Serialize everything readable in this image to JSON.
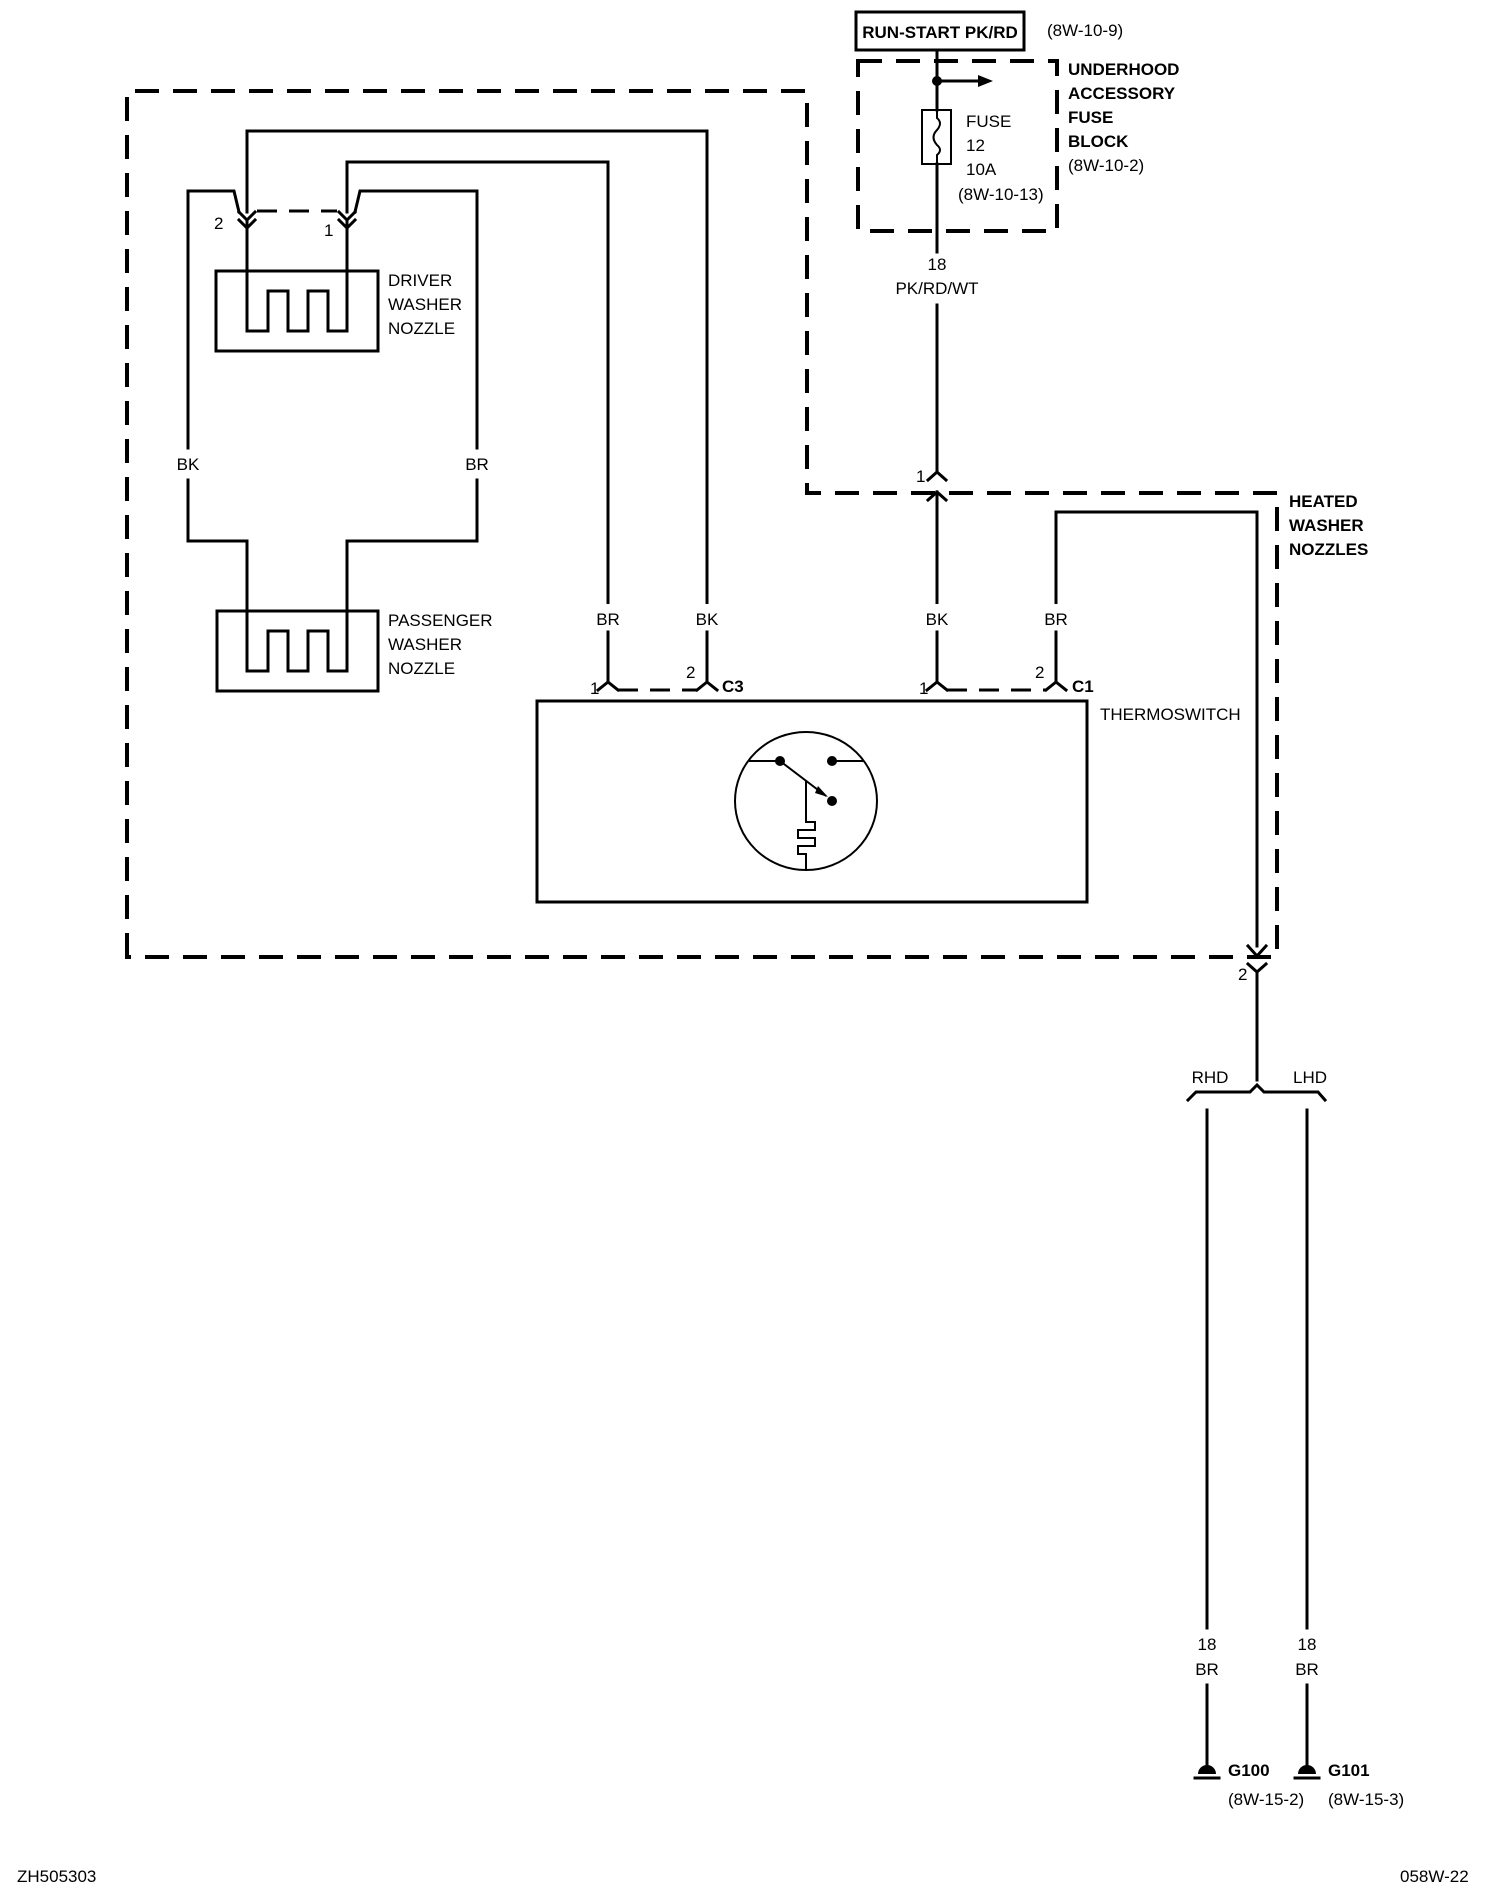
{
  "power_source": {
    "label": "RUN-START PK/RD",
    "ref": "(8W-10-9)"
  },
  "fuse_block": {
    "name_lines": [
      "UNDERHOOD",
      "ACCESSORY",
      "FUSE",
      "BLOCK"
    ],
    "ref": "(8W-10-2)",
    "fuse_lines": [
      "FUSE",
      "12",
      "10A",
      "(8W-10-13)"
    ]
  },
  "feed_wire": {
    "gauge": "18",
    "color": "PK/RD/WT"
  },
  "module": {
    "name_lines": [
      "HEATED",
      "WASHER",
      "NOZZLES"
    ],
    "in_pin": "1",
    "out_pin": "2"
  },
  "driver_nozzle": {
    "name_lines": [
      "DRIVER",
      "WASHER",
      "NOZZLE"
    ],
    "pin_left": "2",
    "pin_right": "1"
  },
  "passenger_nozzle": {
    "name_lines": [
      "PASSENGER",
      "WASHER",
      "NOZZLE"
    ]
  },
  "wire_labels": {
    "left_bk": "BK",
    "left_br": "BR",
    "c3_pin1_wire": "BR",
    "c3_pin2_wire": "BK",
    "c1_pin1_wire": "BK",
    "c1_pin2_wire": "BR"
  },
  "thermoswitch": {
    "label": "THERMOSWITCH",
    "c3": {
      "name": "C3",
      "pin1": "1",
      "pin2": "2"
    },
    "c1": {
      "name": "C1",
      "pin1": "1",
      "pin2": "2"
    }
  },
  "splice": {
    "left": "RHD",
    "right": "LHD"
  },
  "grounds": [
    {
      "gauge": "18",
      "color": "BR",
      "name": "G100",
      "ref": "(8W-15-2)"
    },
    {
      "gauge": "18",
      "color": "BR",
      "name": "G101",
      "ref": "(8W-15-3)"
    }
  ],
  "footer": {
    "left_code": "ZH505303",
    "right_code": "058W-22"
  }
}
